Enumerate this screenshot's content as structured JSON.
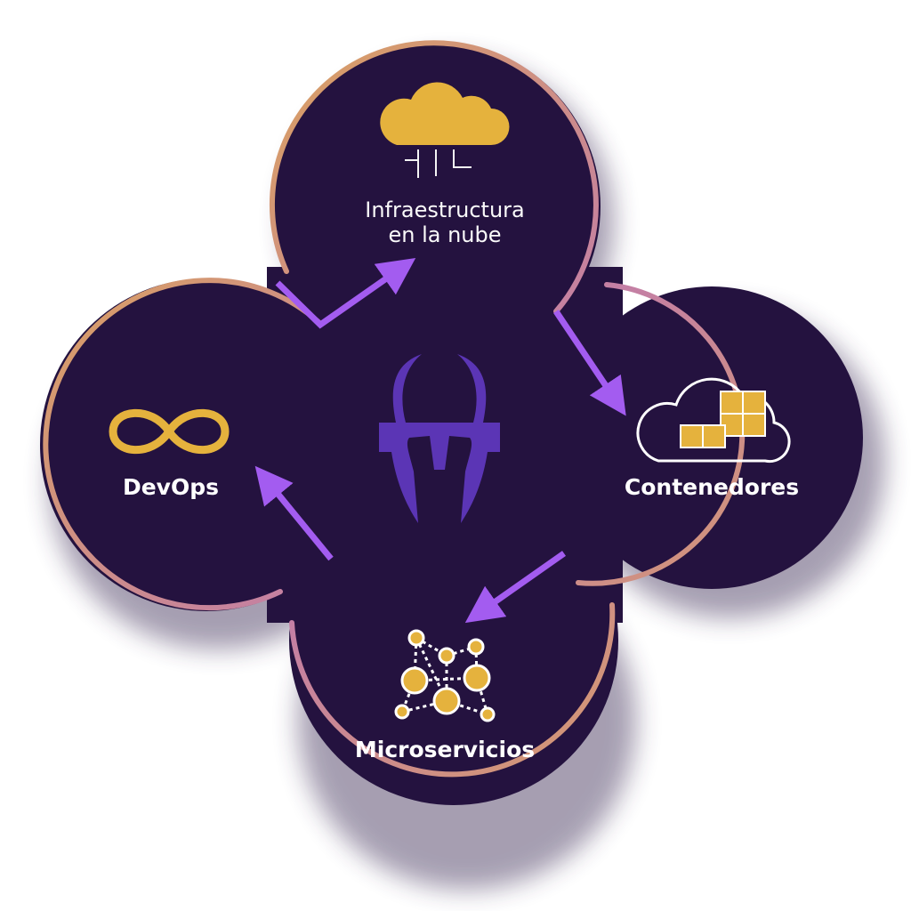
{
  "center": {
    "logo": "helmet-icon",
    "color": "#5b35b5"
  },
  "nodes": [
    {
      "id": "cloud",
      "label": "Infraestructura en la nube",
      "line1": "Infraestructura",
      "line2": "en la nube",
      "icon": "cloud-circuit-icon"
    },
    {
      "id": "containers",
      "label": "Contenedores",
      "icon": "cloud-containers-icon"
    },
    {
      "id": "microservices",
      "label": "Microservicios",
      "icon": "network-nodes-icon"
    },
    {
      "id": "devops",
      "label": "DevOps",
      "icon": "infinity-icon"
    }
  ],
  "colors": {
    "gold": "#e5b23d",
    "arrow": "#a35cf0",
    "dark": "#2b1a45",
    "ring_pink": "#c47fa5"
  }
}
